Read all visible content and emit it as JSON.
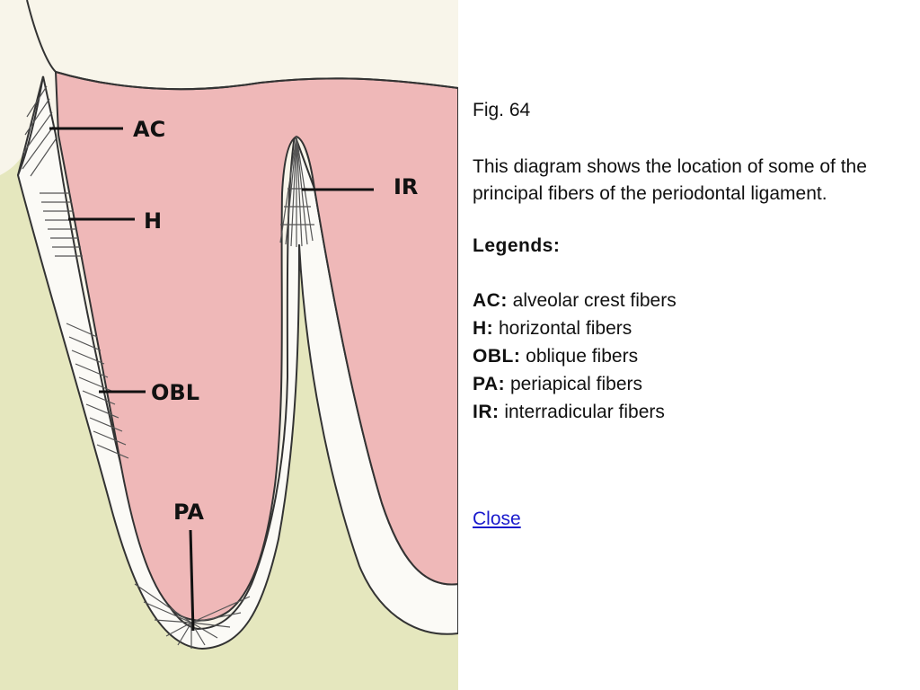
{
  "figure": {
    "labels": {
      "ac": "AC",
      "h": "H",
      "obl": "OBL",
      "pa": "PA",
      "ir": "IR"
    },
    "colors": {
      "tooth": "#efb8b8",
      "bone": "#e5e7be",
      "crown": "#f8f5ea",
      "ligament": "#fbfaf6",
      "outline": "#333333"
    }
  },
  "panel": {
    "title": "Fig. 64",
    "description": "This diagram shows the location of some of the principal fibers of the periodontal ligament.",
    "legends_heading": "Legends:",
    "legends": [
      {
        "abbr": "AC:",
        "text": " alveolar crest fibers"
      },
      {
        "abbr": "H:",
        "text": " horizontal fibers"
      },
      {
        "abbr": "OBL:",
        "text": " oblique fibers"
      },
      {
        "abbr": "PA:",
        "text": " periapical fibers"
      },
      {
        "abbr": "IR:",
        "text": " interradicular fibers"
      }
    ],
    "close_label": "Close"
  }
}
